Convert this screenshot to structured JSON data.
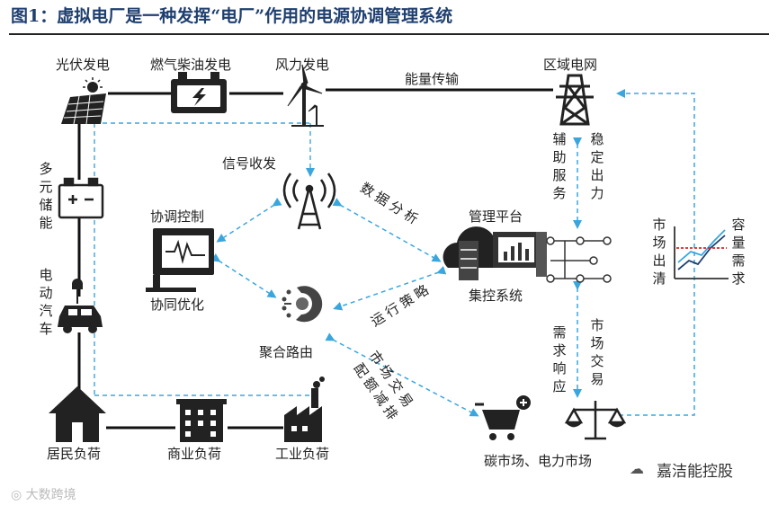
{
  "title": "图1：虚拟电厂是一种发挥“电厂”作用的电源协调管理系统",
  "nodes": {
    "solar": "光伏发电",
    "fuel": "燃气柴油发电",
    "wind": "风力发电",
    "grid": "区域电网",
    "signal": "信号收发",
    "coord": "协调控制",
    "coop": "协同优化",
    "aggregate": "聚合路由",
    "platform": "管理平台",
    "central": "集控系统",
    "storage": "多元储能",
    "ev": "电动汽车",
    "residential": "居民负荷",
    "commercial": "商业负荷",
    "industrial": "工业负荷",
    "market": "碳市场、电力市场"
  },
  "flows": {
    "energy": "能量传输",
    "ancillary": "辅助服务",
    "stable": "稳定出力",
    "data_analysis": "数据分析",
    "strategy": "运行策略",
    "trade": "市场交易",
    "quota": "配额减排",
    "demand": "需求响应",
    "market_trade": "市场交易",
    "clearing": "市场出清",
    "capacity": "容量需求"
  },
  "watermark": {
    "left": "大数跨境",
    "right": "嘉洁能控股"
  },
  "colors": {
    "title": "#1f3f6f",
    "dash": "#3aa6dd",
    "line": "#111111"
  }
}
